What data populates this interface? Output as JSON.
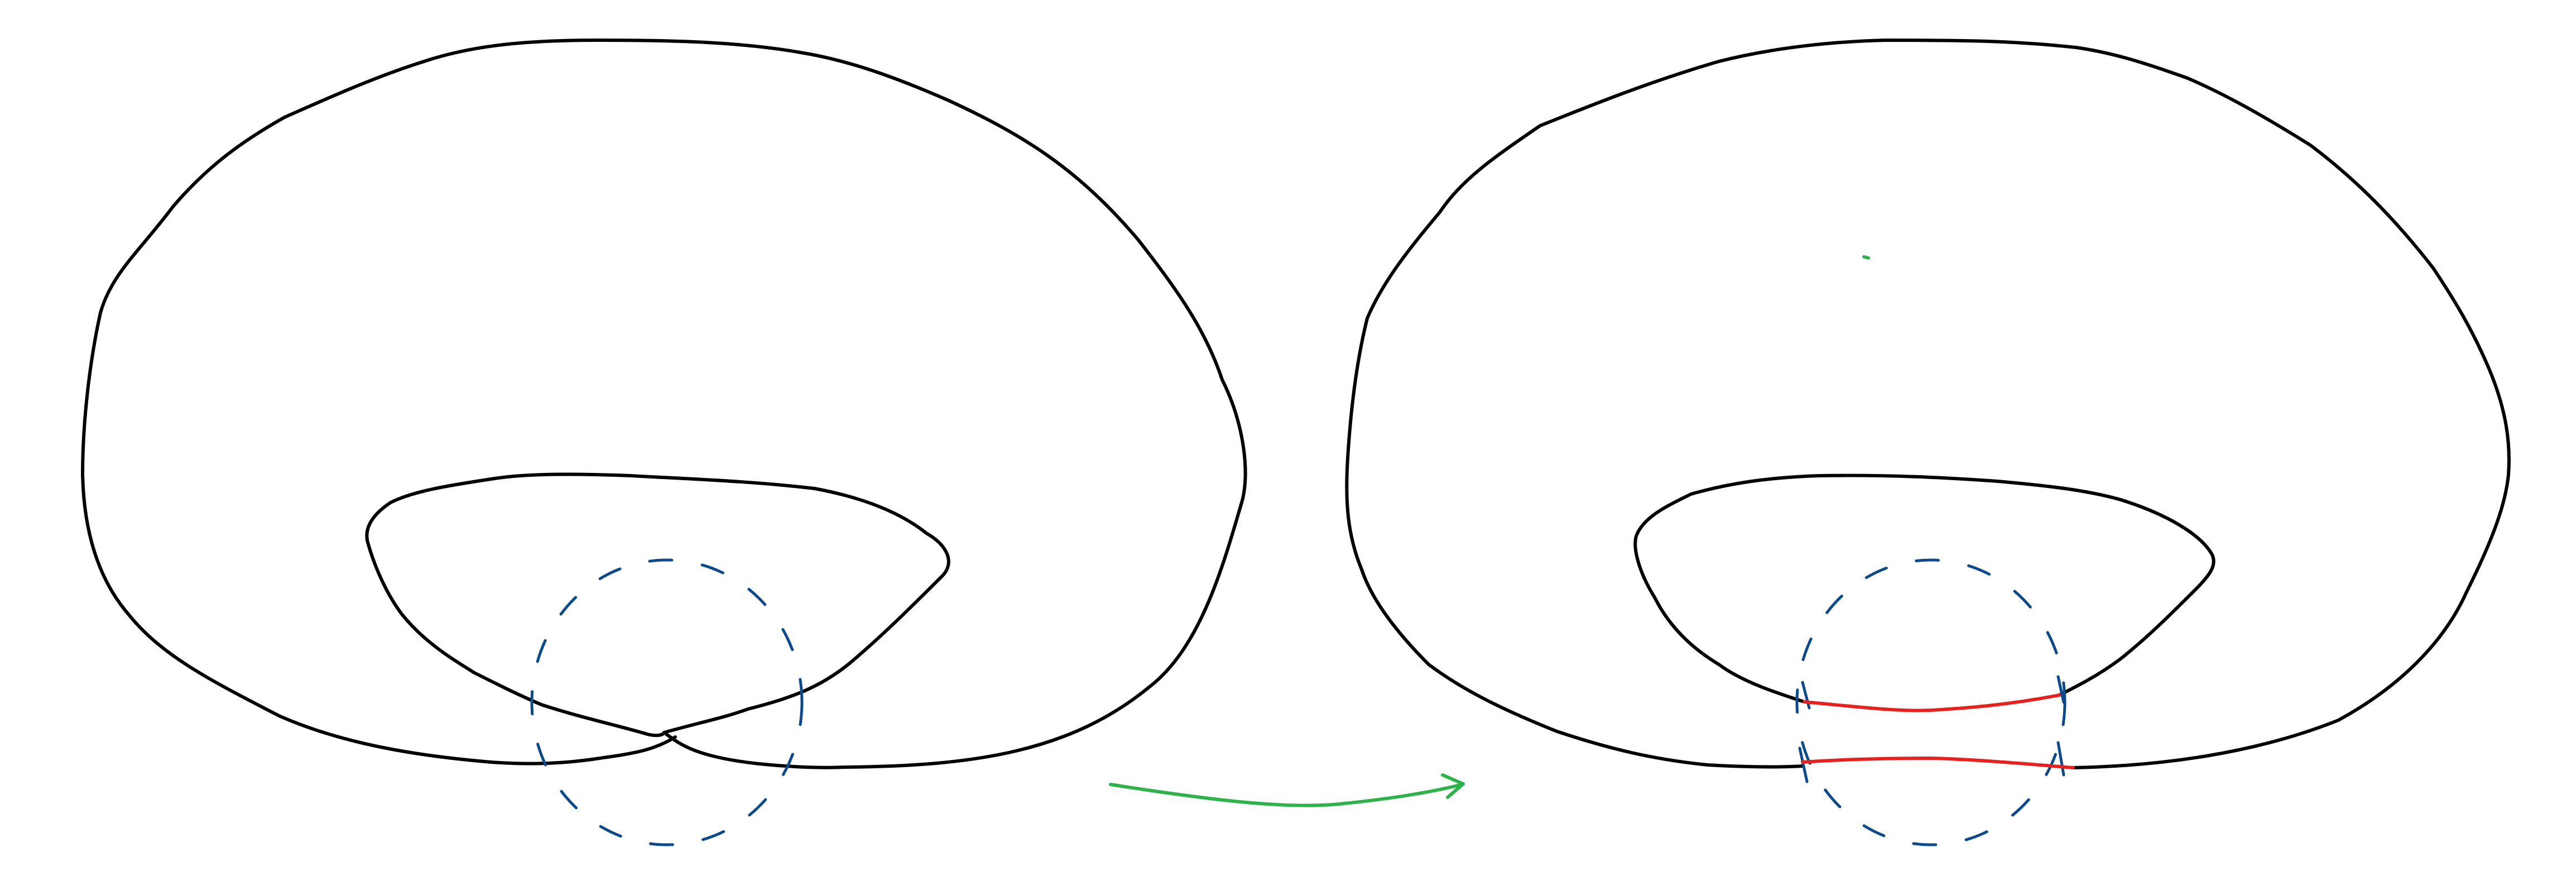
{
  "diagram": {
    "panels": [
      {
        "name": "left-figure",
        "contains": [
          "outer-loop",
          "inner-loop-crossing",
          "dashed-circle"
        ]
      },
      {
        "name": "right-figure",
        "contains": [
          "outer-loop",
          "inner-loop-open",
          "dashed-circle",
          "red-segments",
          "green-dot"
        ]
      }
    ],
    "connector": {
      "type": "arrow",
      "direction": "left-to-right"
    },
    "colors": {
      "outline": "#000000",
      "dashed_circle": "#0d4a8c",
      "highlight": "#e8201e",
      "arrow": "#2db34a"
    }
  }
}
